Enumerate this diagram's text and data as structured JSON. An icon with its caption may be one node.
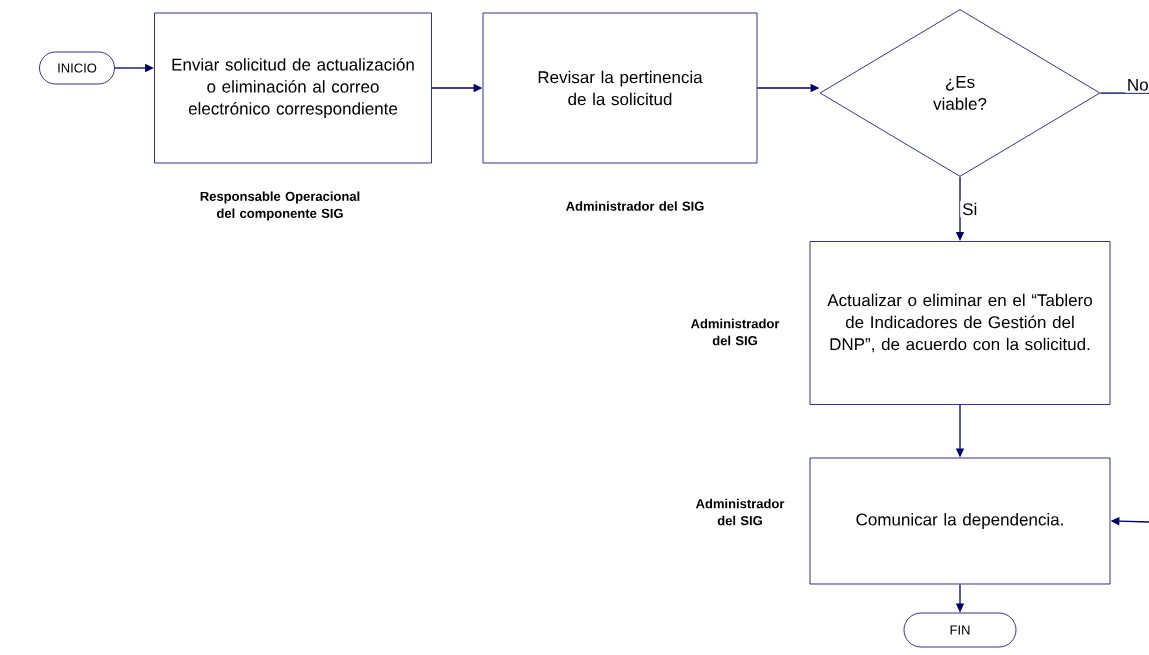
{
  "diagram": {
    "nodes": [
      {
        "text": [
          "INICIO"
        ]
      },
      {
        "text": [
          "Enviar solicitud de actualización o eliminación al correo electrónico correspondiente"
        ],
        "beside": [
          "Responsable Operacional del componente SIG"
        ]
      },
      {
        "text": [
          "Revisar la pertinencia de la solicitud"
        ],
        "beside": [
          "Administrador del SIG"
        ]
      },
      {
        "text": [
          "¿Es viable?"
        ]
      },
      {
        "text": [
          "Actualizar o eliminar en el “Tablero de Indicadores de Gestión del DNP”, de acuerdo con la solicitud."
        ],
        "beside": [
          "Administrador del SIG"
        ]
      },
      {
        "text": [
          "Comunicar la dependencia."
        ],
        "beside": [
          "Administrador del SIG"
        ]
      },
      {
        "text": [
          "FIN"
        ]
      }
    ],
    "edges": [
      {
        "from": 0,
        "to": 1,
        "arrow": "to"
      },
      {
        "from": 1,
        "to": 2,
        "arrow": "to"
      },
      {
        "from": 2,
        "to": 3,
        "arrow": "to"
      },
      {
        "from": 3,
        "to": 4,
        "arrow": "to",
        "label": "Si"
      },
      {
        "from": 4,
        "to": 5,
        "arrow": "to"
      },
      {
        "from": 5,
        "to": 6,
        "arrow": "to"
      },
      {
        "from": 3,
        "to": null,
        "arrow": "none",
        "label": "No"
      },
      {
        "from": null,
        "to": 5,
        "arrow": "to"
      }
    ]
  }
}
